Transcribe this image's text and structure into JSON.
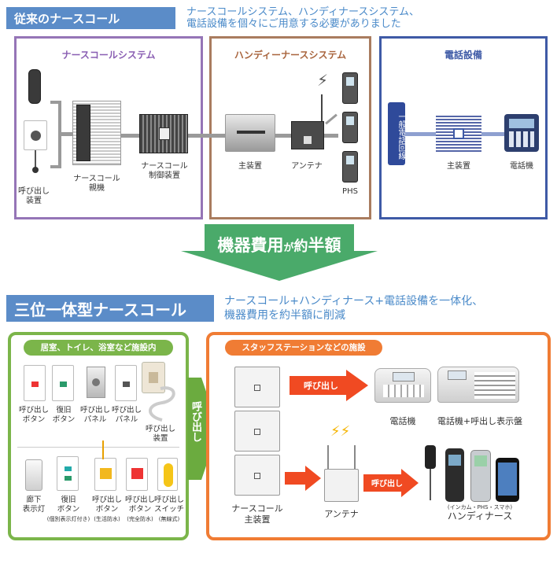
{
  "top": {
    "banner": "従来のナースコール",
    "desc_line1": "ナースコールシステム、ハンディナースシステム、",
    "desc_line2": "電話設備を個々にご用意する必要がありました",
    "nurse_call": {
      "title": "ナースコールシステム",
      "call_label_1": "呼び出し",
      "call_label_2": "装置",
      "master_label_1": "ナースコール",
      "master_label_2": "親機",
      "ctrl_label_1": "ナースコール",
      "ctrl_label_2": "制御装置"
    },
    "handy": {
      "title": "ハンディーナースシステム",
      "main_label": "主装置",
      "antenna_label": "アンテナ",
      "phs_label": "PHS"
    },
    "phone_sys": {
      "title": "電話設備",
      "line_label": "一般電話回線",
      "main_label": "主装置",
      "phone_label": "電話機"
    }
  },
  "middle": {
    "arrow_text_1": "機器費用",
    "arrow_text_2": "が",
    "arrow_text_3": "約",
    "arrow_text_4": "半額"
  },
  "bottom": {
    "banner": "三位一体型ナースコール",
    "desc_line1": "ナースコール+ハンディナース+電話設備を一体化、",
    "desc_line2": "機器費用を約半額に削減",
    "left": {
      "title": "居室、トイレ、浴室など施設内",
      "items_row1": [
        {
          "l1": "呼び出し",
          "l2": "ボタン"
        },
        {
          "l1": "復旧",
          "l2": "ボタン"
        },
        {
          "l1": "呼び出し",
          "l2": "パネル"
        },
        {
          "l1": "呼び出し",
          "l2": "パネル"
        }
      ],
      "call_device_1": "呼び出し",
      "call_device_2": "装置",
      "items_row2": [
        {
          "l1": "廊下",
          "l2": "表示灯",
          "l3": ""
        },
        {
          "l1": "復旧",
          "l2": "ボタン",
          "l3": "(個別表示灯付き)"
        },
        {
          "l1": "呼び出し",
          "l2": "ボタン",
          "l3": "(生活防水)"
        },
        {
          "l1": "呼び出し",
          "l2": "ボタン",
          "l3": "(完全防水)"
        },
        {
          "l1": "呼び出し",
          "l2": "スイッチ",
          "l3": "(無線式)"
        }
      ]
    },
    "connector_text": "呼び出し",
    "right": {
      "title": "スタッフステーションなどの施設",
      "arrow1_text": "呼び出し",
      "arrow2_text": "呼び出し",
      "phone_label": "電話機",
      "phone_panel_label": "電話機+呼出し表示盤",
      "main_label_1": "ナースコール",
      "main_label_2": "主装置",
      "antenna_label": "アンテナ",
      "handy_small": "(インカム・PHS・スマホ)",
      "handy_label": "ハンディナース"
    }
  },
  "colors": {
    "banner": "#5b8cc8",
    "purple": "#9575b7",
    "brown": "#a97c5f",
    "navy": "#3e5aa6",
    "green": "#7bb54a",
    "orange": "#f07c34",
    "red_arrow": "#f04a22"
  }
}
